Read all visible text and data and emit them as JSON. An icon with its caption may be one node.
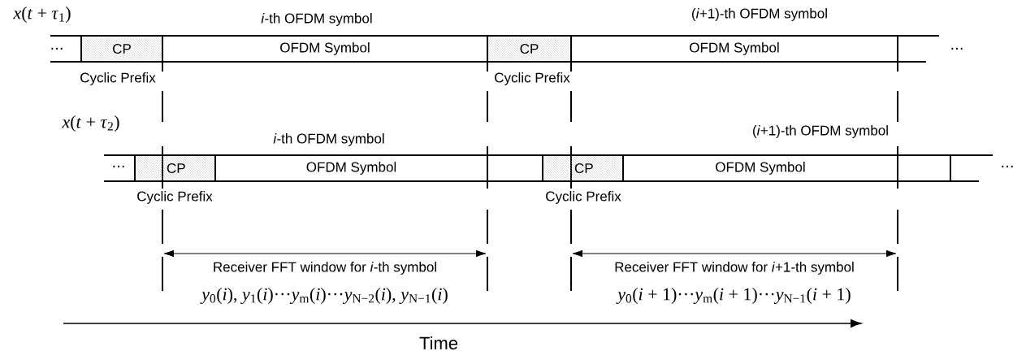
{
  "diagram": {
    "nodes": [
      {
        "text": [
          "CP"
        ],
        "beside": [
          "Cyclic Prefix"
        ]
      },
      {
        "text": [
          "OFDM Symbol"
        ]
      },
      {
        "text": [
          "CP"
        ],
        "beside": [
          "Cyclic Prefix"
        ]
      },
      {
        "text": [
          "OFDM Symbol"
        ]
      },
      {
        "text": [
          "CP"
        ],
        "beside": [
          "Cyclic Prefix"
        ]
      },
      {
        "text": [
          "OFDM Symbol"
        ]
      },
      {
        "text": [
          "CP"
        ],
        "beside": [
          "Cyclic Prefix"
        ]
      },
      {
        "text": [
          "OFDM Symbol"
        ]
      }
    ],
    "labels": [
      "*x*(*t* + *τ*$_{1}$)",
      "*i*-th OFDM symbol",
      "(*i*+1)-th OFDM symbol",
      "⋯",
      "⋯",
      "*x*(*t* + *τ*$_{2}$)",
      "*i*-th OFDM symbol",
      "(*i*+1)-th OFDM symbol",
      "⋯",
      "⋯",
      "Receiver FFT window for *i*-th symbol",
      "Receiver FFT window for *i*+1-th symbol",
      "*y*$_{0}$(*i*), *y*$_{1}$(*i*)···*y*$_{m}$(*i*)···*y*$_{N−2}$(*i*), *y*$_{N−1}$(*i*)",
      "*y*$_{0}$(*i* + 1)···*y*$_{m}$(*i* + 1)···*y*$_{N−1}$(*i* + 1)",
      "Time"
    ]
  }
}
